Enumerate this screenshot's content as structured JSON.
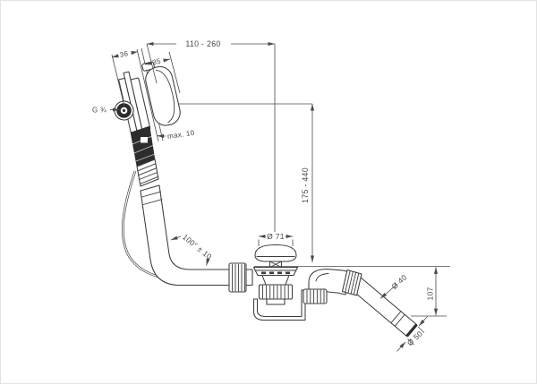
{
  "drawing": {
    "type": "technical-dimension-drawing",
    "subject": "bath filler / waste and overflow set with drain pipe",
    "colors": {
      "background": "#ffffff",
      "line": "#4a4a4a",
      "product_line": "#3c3c3c",
      "dark_fill": "#2d2d2d"
    }
  },
  "annotations": {
    "top_width": "110 - 260",
    "behind_depth": "36",
    "front_depth": "35",
    "thread_size": "G ¾",
    "wall_thickness": "max. 10",
    "height_range": "175 - 440",
    "waste_diameter": "Ø 71",
    "hose_angle": "100° ± 10",
    "outlet_pipe_diameter": "Ø 40",
    "outlet_drop_height": "107",
    "outlet_end_diameter": "Ø 50"
  }
}
